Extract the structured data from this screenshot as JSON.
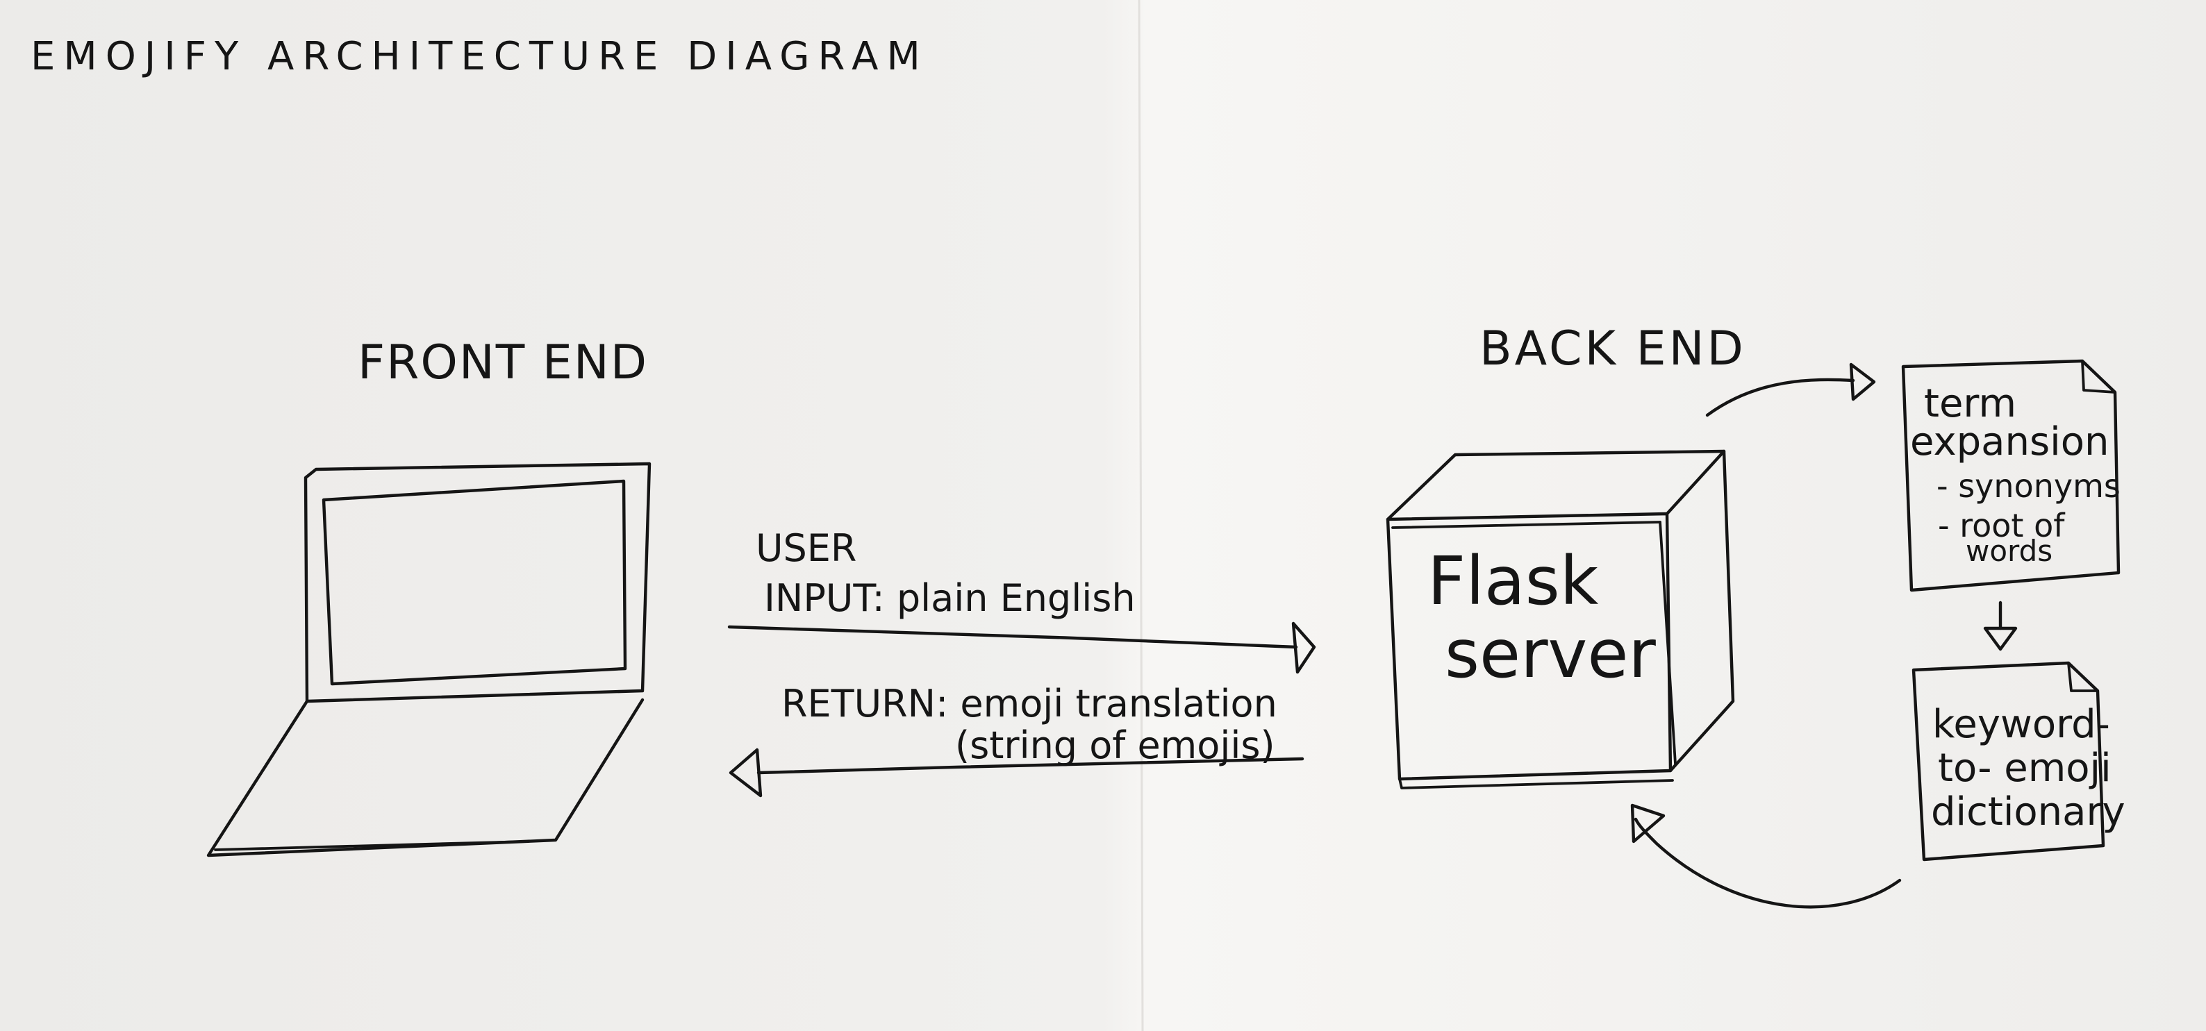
{
  "title": "EMOJIFY ARCHITECTURE DIAGRAM",
  "front_end": {
    "label": "FRONT END"
  },
  "back_end": {
    "label": "BACK END",
    "server": [
      "Flask",
      "server"
    ]
  },
  "request_arrow": {
    "line1": "USER",
    "line2": "INPUT: plain English"
  },
  "response_arrow": {
    "line1": "RETURN: emoji translation",
    "line2": "(string of emojis)"
  },
  "term_expansion_doc": {
    "lines": [
      "term",
      "expansion",
      "- synonyms",
      "- root of",
      "words"
    ]
  },
  "dictionary_doc": {
    "lines": [
      "keyword-",
      "to- emoji",
      "dictionary"
    ]
  },
  "colors": {
    "paper": "#eeeceb",
    "ink": "#151515"
  }
}
